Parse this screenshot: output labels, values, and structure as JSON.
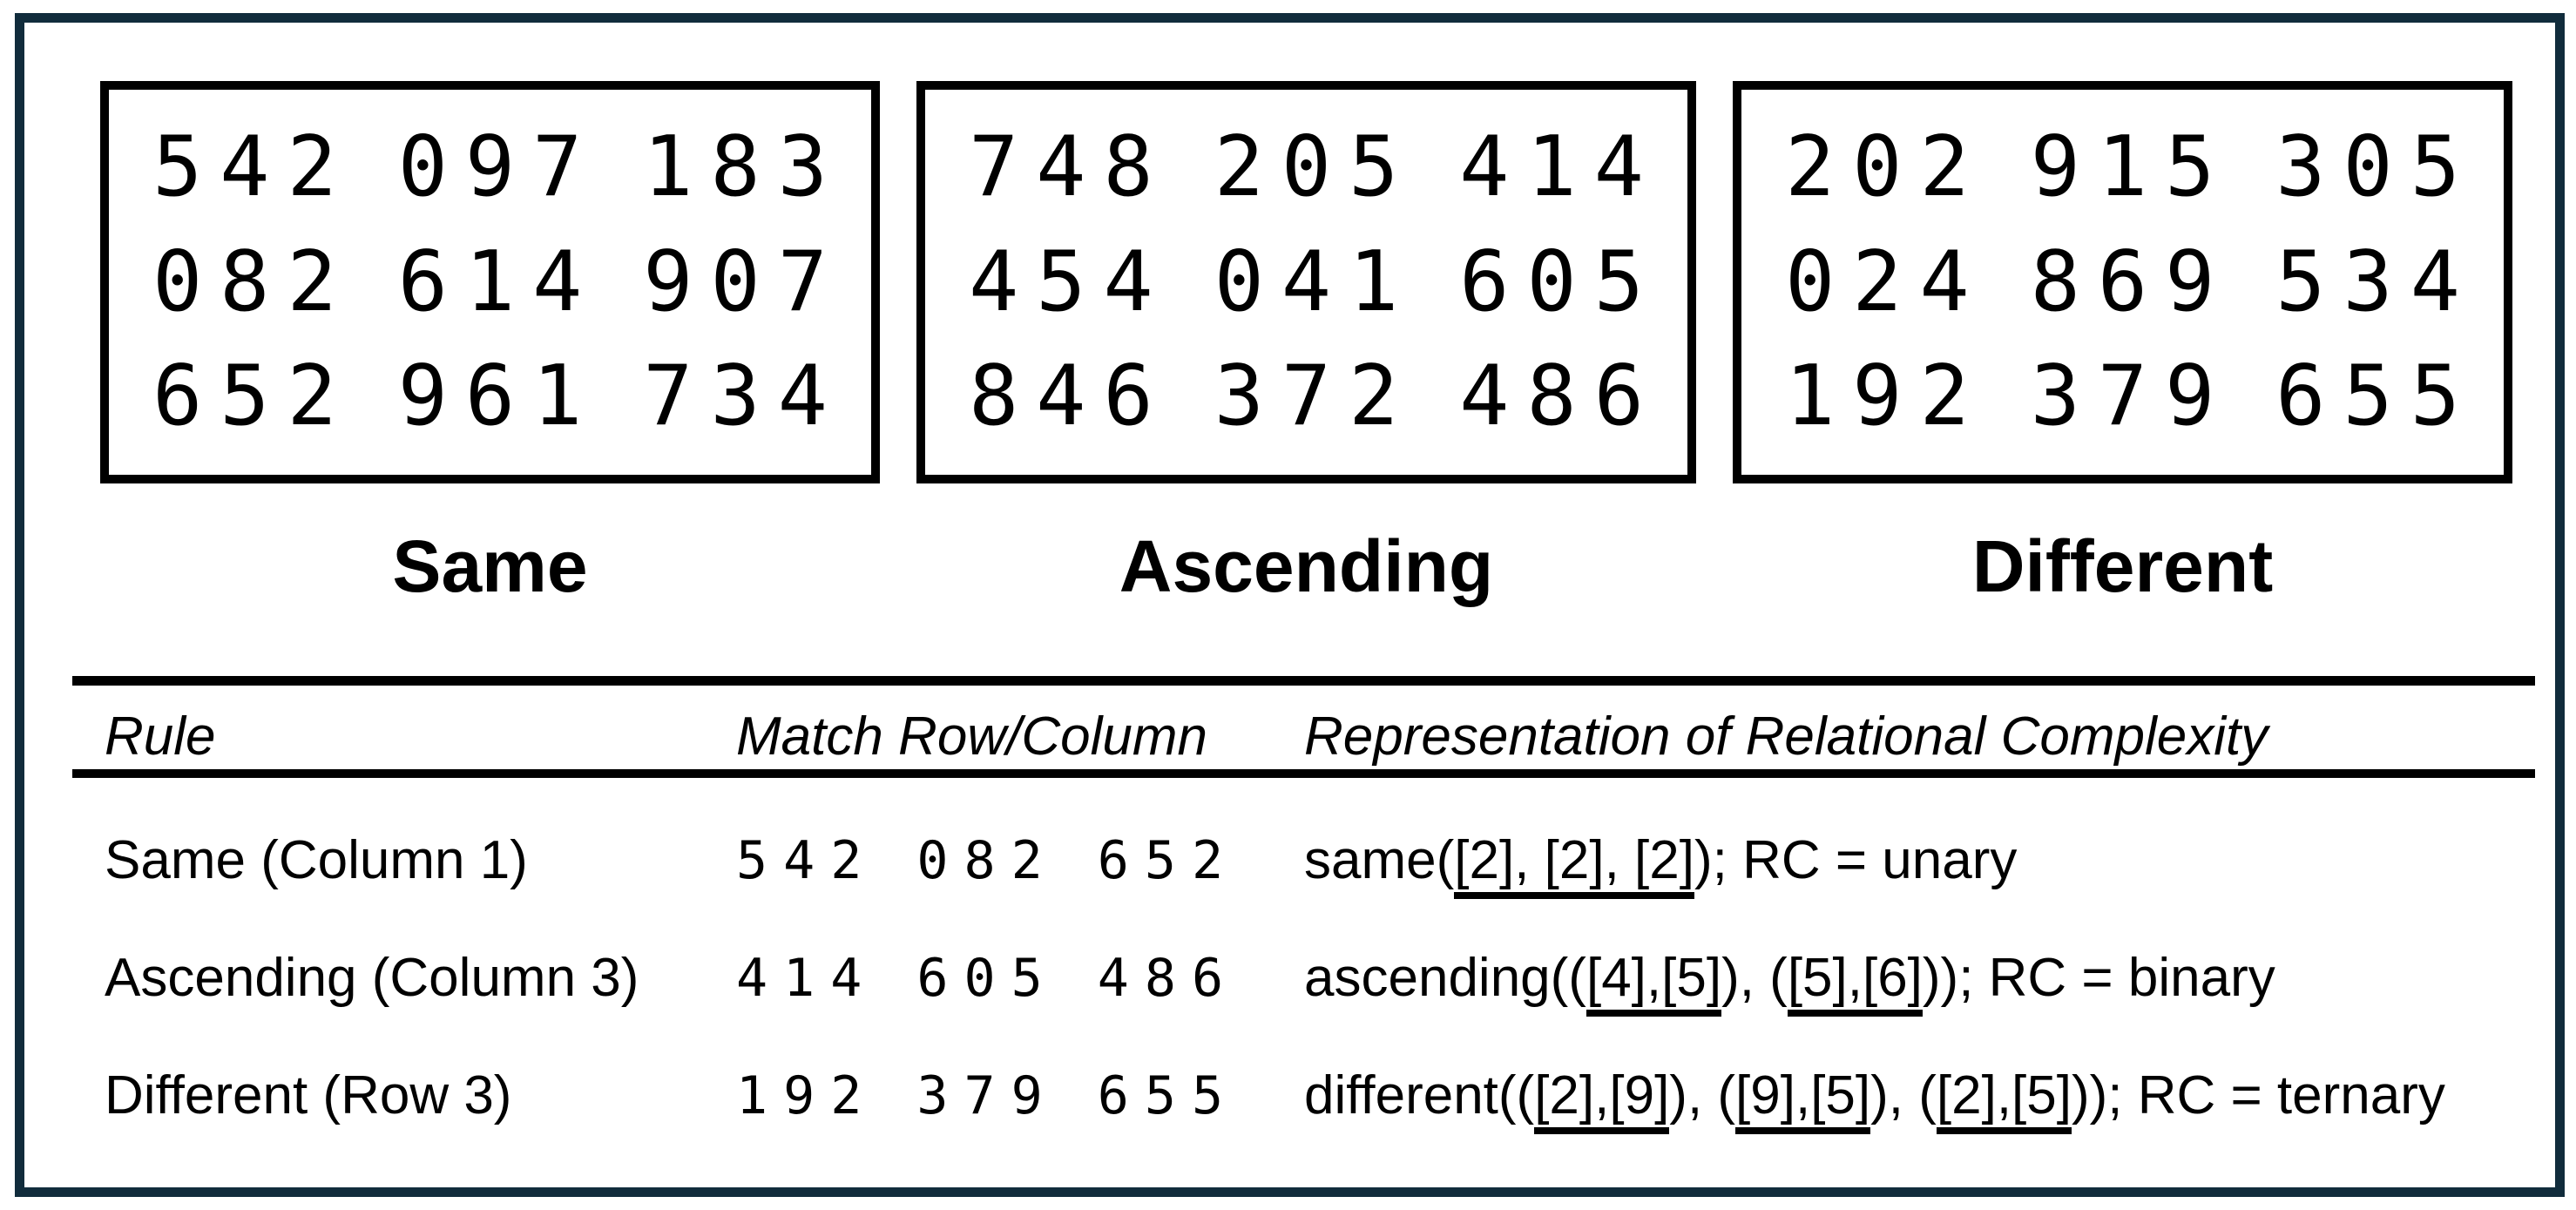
{
  "colors": {
    "frame_border": "#112c3c",
    "box_border": "#000000",
    "text": "#000000",
    "background": "#ffffff"
  },
  "matrices": [
    {
      "label": "Same",
      "rows": [
        [
          "542",
          "097",
          "183"
        ],
        [
          "082",
          "614",
          "907"
        ],
        [
          "652",
          "961",
          "734"
        ]
      ]
    },
    {
      "label": "Ascending",
      "rows": [
        [
          "748",
          "205",
          "414"
        ],
        [
          "454",
          "041",
          "605"
        ],
        [
          "846",
          "372",
          "486"
        ]
      ]
    },
    {
      "label": "Different",
      "rows": [
        [
          "202",
          "915",
          "305"
        ],
        [
          "024",
          "869",
          "534"
        ],
        [
          "192",
          "379",
          "655"
        ]
      ]
    }
  ],
  "table": {
    "headers": [
      "Rule",
      "Match Row/Column",
      "Representation of Relational Complexity"
    ],
    "rows": [
      {
        "rule": "Same (Column 1)",
        "match": [
          "542",
          "082",
          "652"
        ],
        "representation": [
          {
            "text": "same("
          },
          {
            "text": "[2], [2], [2]",
            "underline": true
          },
          {
            "text": "); RC = unary"
          }
        ]
      },
      {
        "rule": "Ascending (Column 3)",
        "match": [
          "414",
          "605",
          "486"
        ],
        "representation": [
          {
            "text": "ascending(("
          },
          {
            "text": "[4],[5]",
            "underline": true
          },
          {
            "text": "), ("
          },
          {
            "text": "[5],[6]",
            "underline": true
          },
          {
            "text": ")); RC = binary"
          }
        ]
      },
      {
        "rule": "Different (Row 3)",
        "match": [
          "192",
          "379",
          "655"
        ],
        "representation": [
          {
            "text": "different(("
          },
          {
            "text": "[2],[9]",
            "underline": true
          },
          {
            "text": "), ("
          },
          {
            "text": "[9],[5]",
            "underline": true
          },
          {
            "text": "), ("
          },
          {
            "text": "[2],[5]",
            "underline": true
          },
          {
            "text": ")); RC = ternary"
          }
        ]
      }
    ]
  }
}
